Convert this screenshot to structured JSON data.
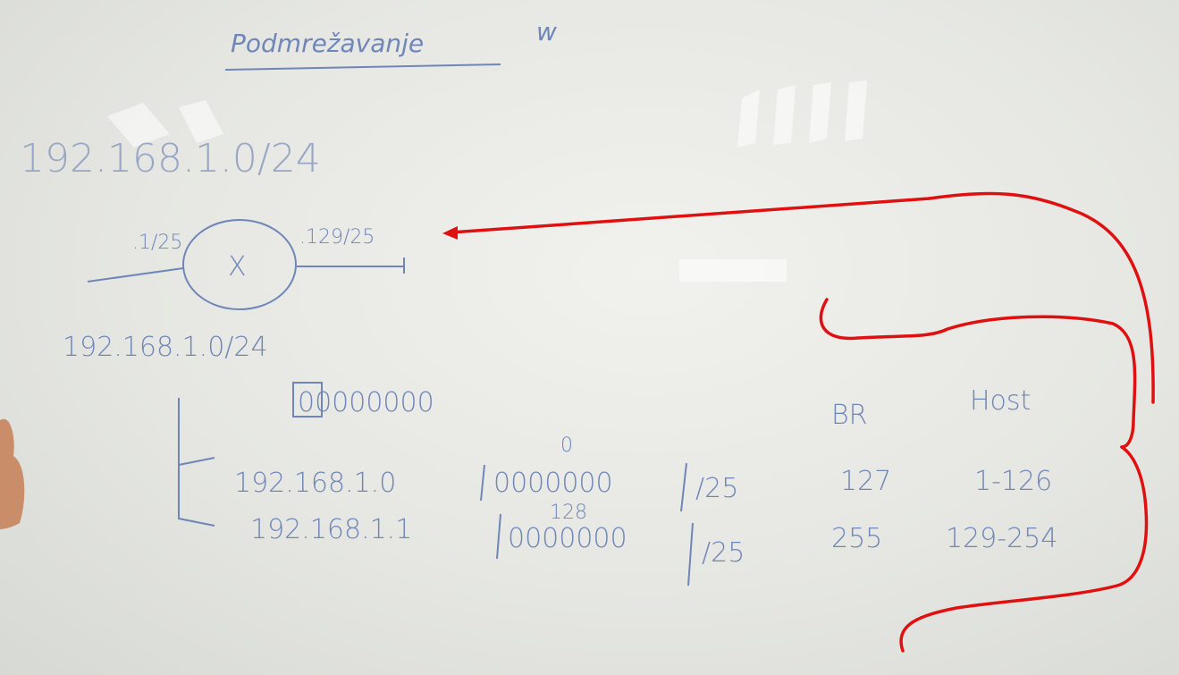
{
  "board": {
    "title": "Podmrežavanje",
    "title_mark": "w",
    "network_main": "192.168.1.0/24",
    "router": {
      "symbol": "X",
      "left_label": ".1/25",
      "right_label": ".129/25"
    },
    "network_repeat": "192.168.1.0/24",
    "binary_octet": "00000000",
    "header_br": "BR",
    "header_host": "Host",
    "subnets": [
      {
        "note": "0",
        "address": "192.168.1.0",
        "bits": "0000000",
        "prefix": "/25",
        "br": "127",
        "host": "1-126"
      },
      {
        "note": "128",
        "address": "192.168.1.1",
        "bits": "0000000",
        "prefix": "/25",
        "br": "255",
        "host": "129-254"
      }
    ]
  },
  "colors": {
    "marker_blue": "#6f86b8",
    "annotation_red": "#e01010",
    "board": "#e8e9e4"
  }
}
